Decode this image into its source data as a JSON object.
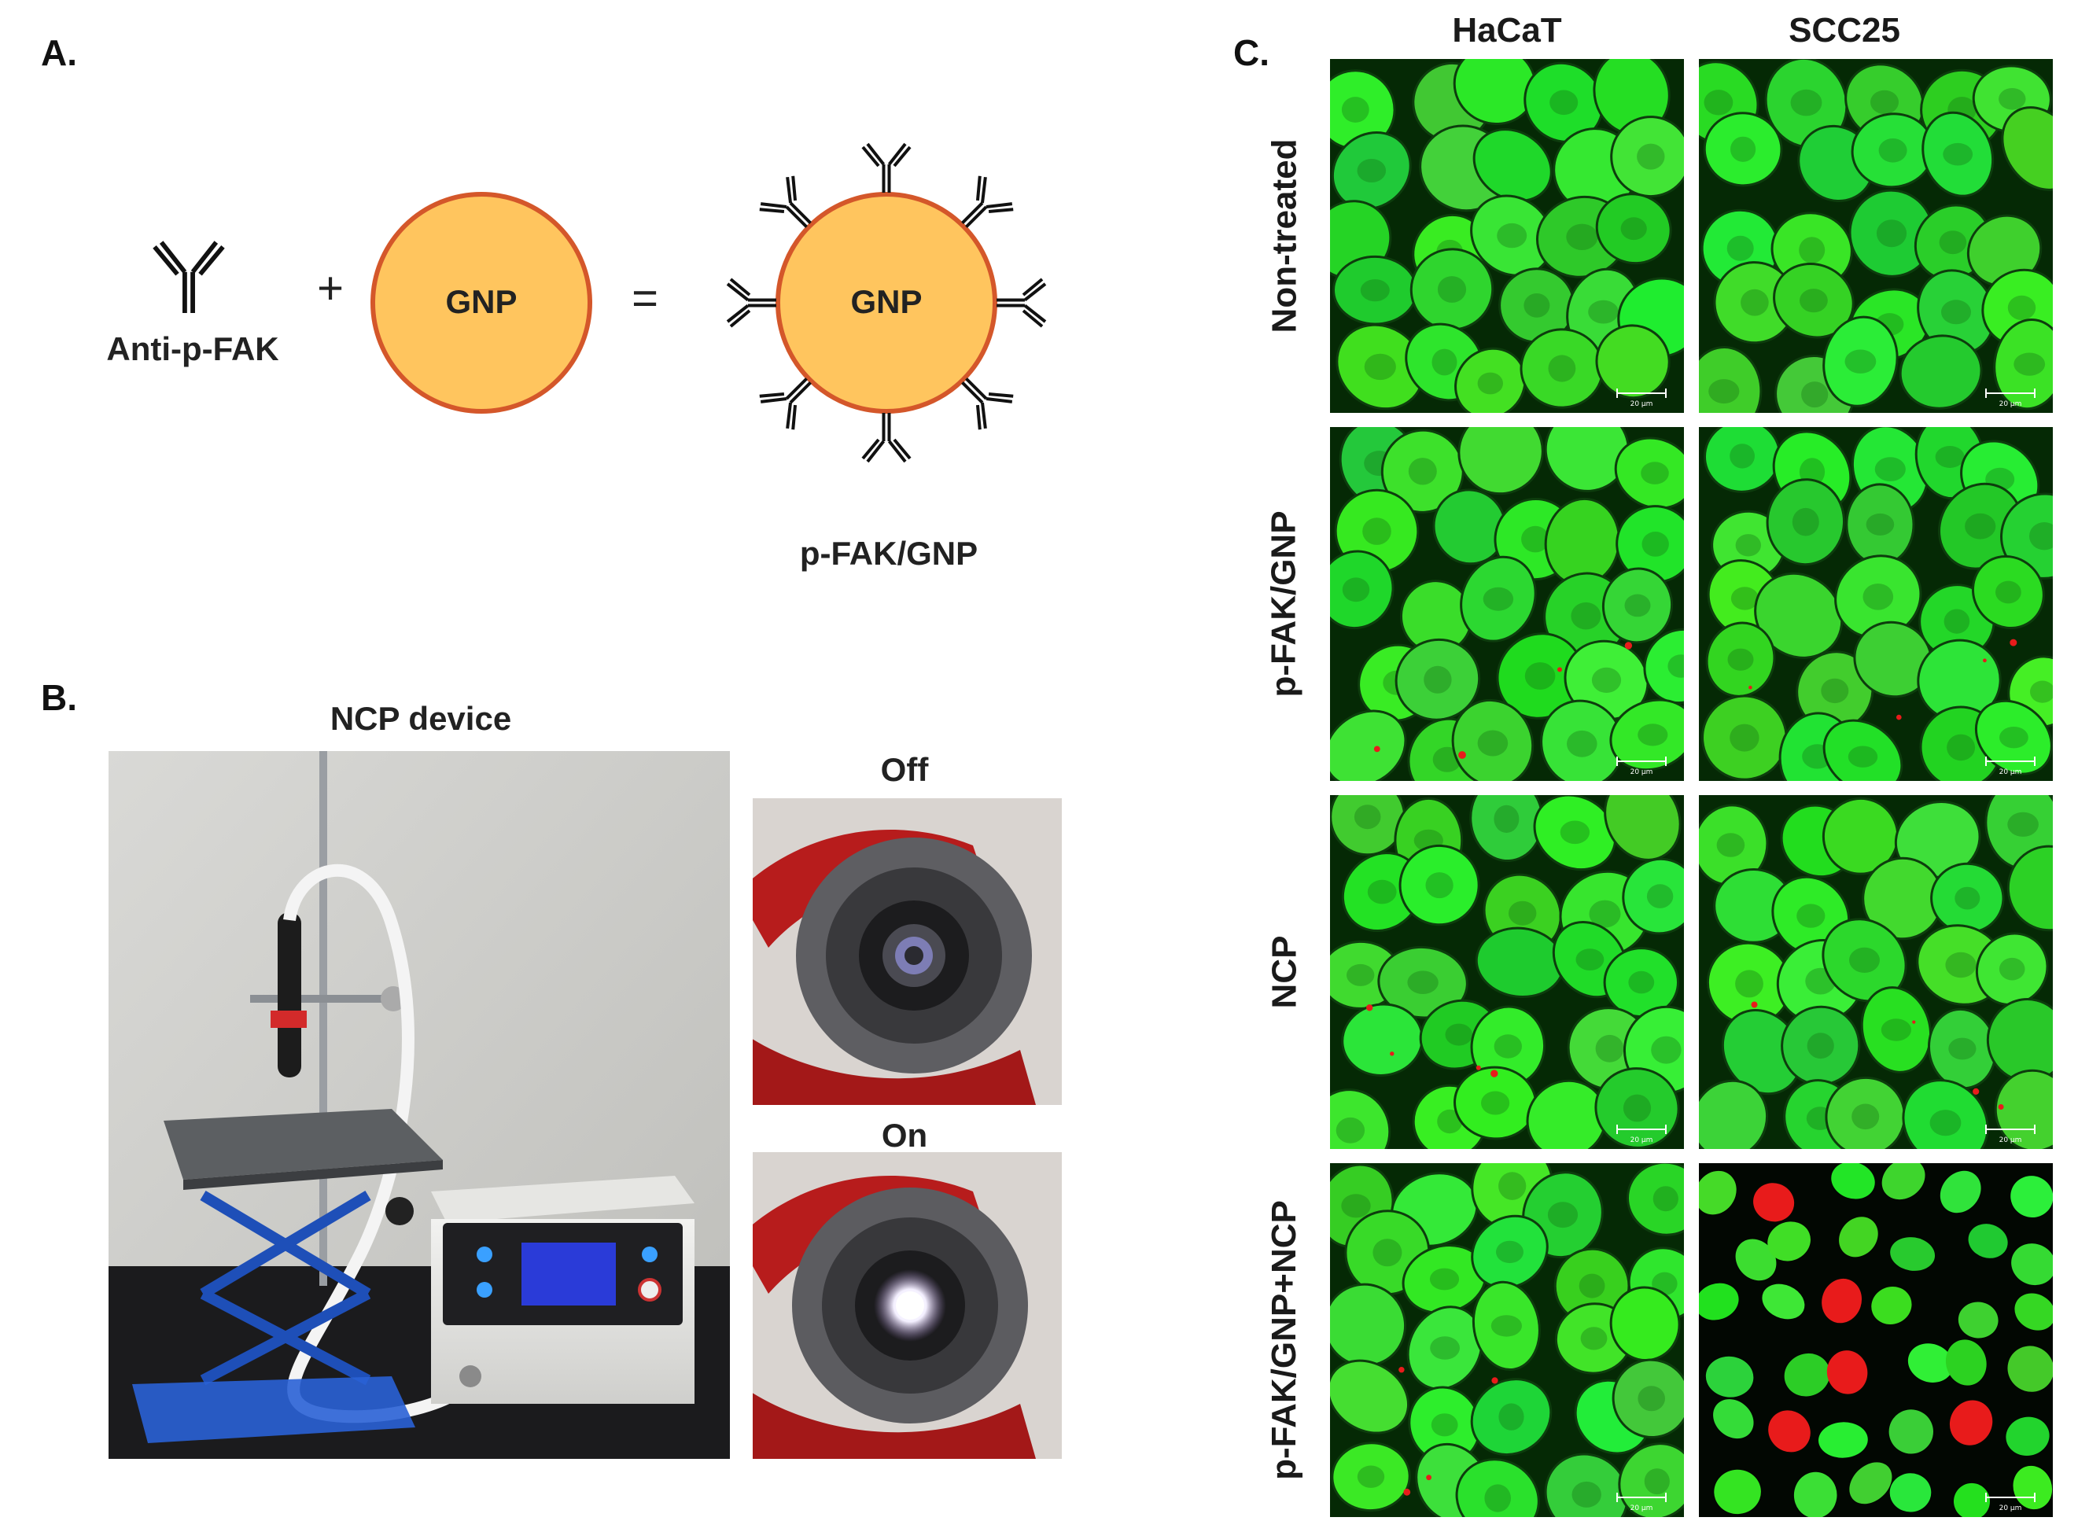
{
  "panels": {
    "a": {
      "label": "A."
    },
    "b": {
      "label": "B."
    },
    "c": {
      "label": "C."
    }
  },
  "panel_a": {
    "antibody_label": "Anti-p-FAK",
    "plus": "+",
    "equals": "=",
    "gnp_text": "GNP",
    "conjugate_label": "p-FAK/GNP",
    "colors": {
      "gnp_fill": "#FFC55E",
      "gnp_stroke": "#D4572A",
      "antibody": "#111111"
    }
  },
  "panel_b": {
    "device_title": "NCP device",
    "off_label": "Off",
    "on_label": "On"
  },
  "panel_c": {
    "columns": [
      "HaCaT",
      "SCC25"
    ],
    "rows": [
      "Non-treated",
      "p-FAK/GNP",
      "NCP",
      "p-FAK/GNP+NCP"
    ],
    "scale_bar_text": "20 μm",
    "colors": {
      "cell": "#33E233",
      "dead_cell": "#E81B1B",
      "background": "#052905"
    }
  }
}
